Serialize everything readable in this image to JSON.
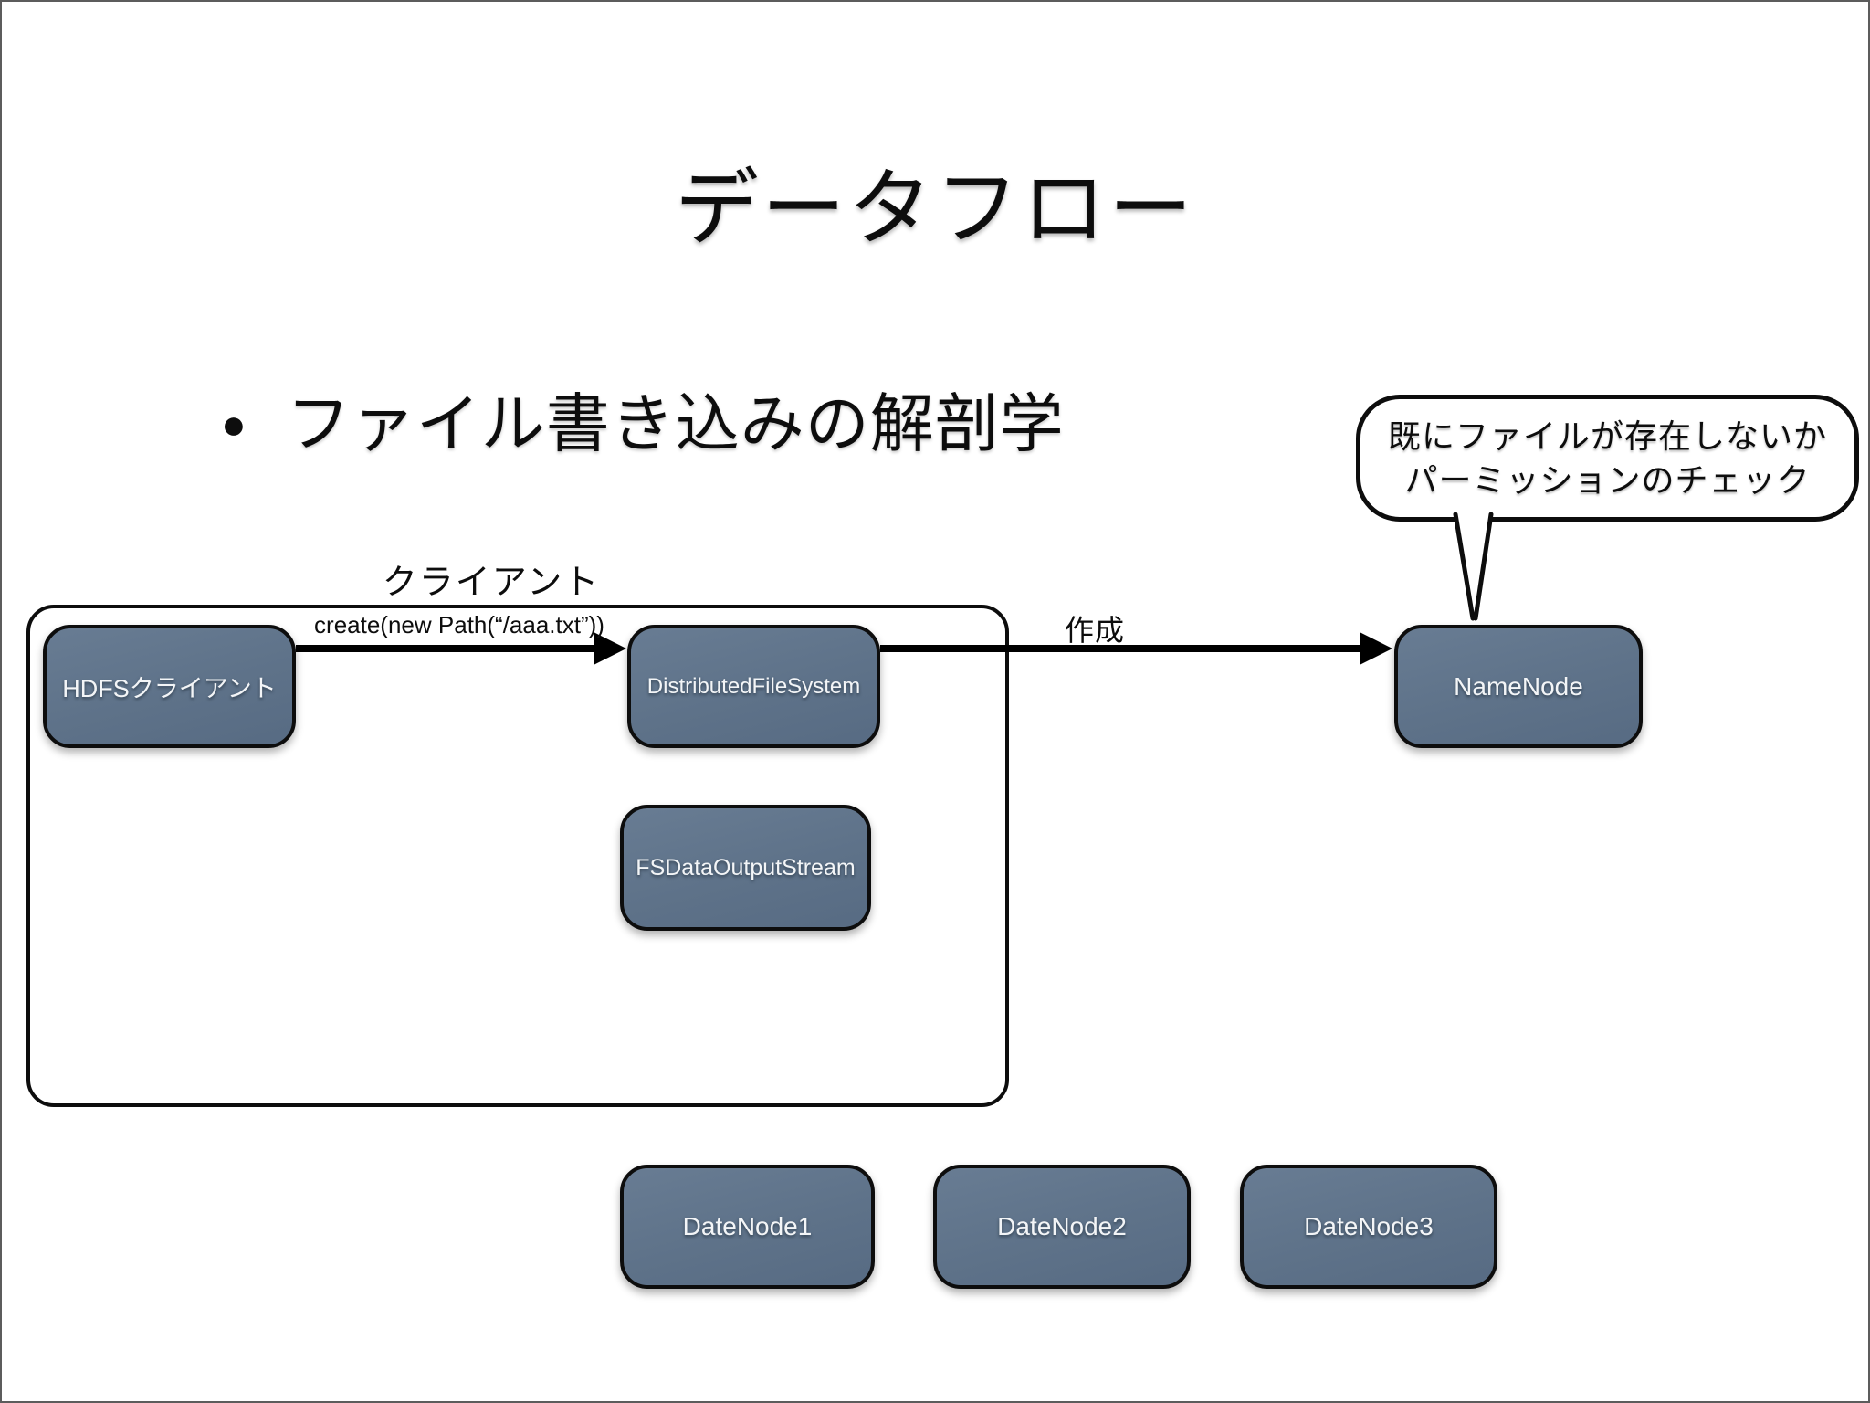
{
  "slide": {
    "title": "データフロー",
    "bullet_marker": "●",
    "bullet": "ファイル書き込みの解剖学",
    "callout": {
      "line1": "既にファイルが存在しないか",
      "line2": "パーミッションのチェック"
    },
    "labels": {
      "client_group": "クライアント",
      "create_call": "create(new Path(“/aaa.txt”))",
      "create_jp": "作成"
    },
    "nodes": {
      "hdfs_client": "HDFSクライアント",
      "distributed_file_system": "DistributedFileSystem",
      "name_node": "NameNode",
      "fs_data_output_stream": "FSDataOutputStream",
      "date_node1": "DateNode1",
      "date_node2": "DateNode2",
      "date_node3": "DateNode3"
    },
    "colors": {
      "node_fill": "#5e7289",
      "node_border": "#0d0d0d",
      "arrow": "#000000",
      "background": "#ffffff"
    }
  }
}
